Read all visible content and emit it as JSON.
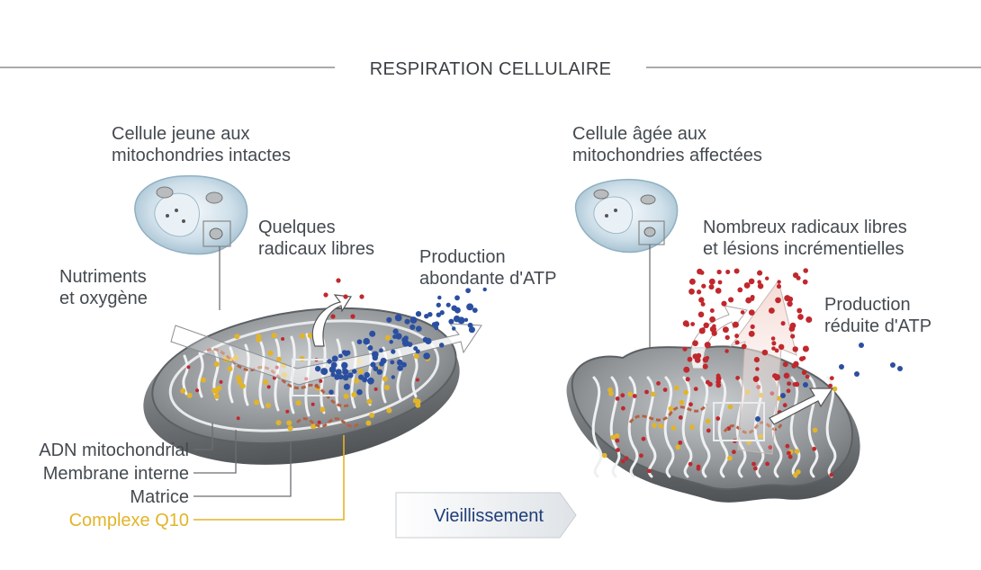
{
  "title": "RESPIRATION CELLULAIRE",
  "left_panel": {
    "cell_label": [
      "Cellule jeune aux",
      "mitochondries intactes"
    ],
    "radicals_label": [
      "Quelques",
      "radicaux libres"
    ],
    "atp_label": [
      "Production",
      "abondante d'ATP"
    ],
    "input_label": [
      "Nutriments",
      "et oxygène"
    ],
    "legend": {
      "dna": "ADN mitochondrial",
      "membrane": "Membrane interne",
      "matrix": "Matrice",
      "q10": "Complexe Q10"
    }
  },
  "right_panel": {
    "cell_label": [
      "Cellule âgée aux",
      "mitochondries affectées"
    ],
    "radicals_label": [
      "Nombreux radicaux libres",
      "et lésions incrémentielles"
    ],
    "atp_label": [
      "Production",
      "réduite d'ATP"
    ]
  },
  "aging_arrow_label": "Vieillissement",
  "colors": {
    "q10": "#e2b429",
    "radical": "#c0282d",
    "atp": "#2b4fa0",
    "label": "#444a50",
    "aging_text": "#1f3d78"
  }
}
